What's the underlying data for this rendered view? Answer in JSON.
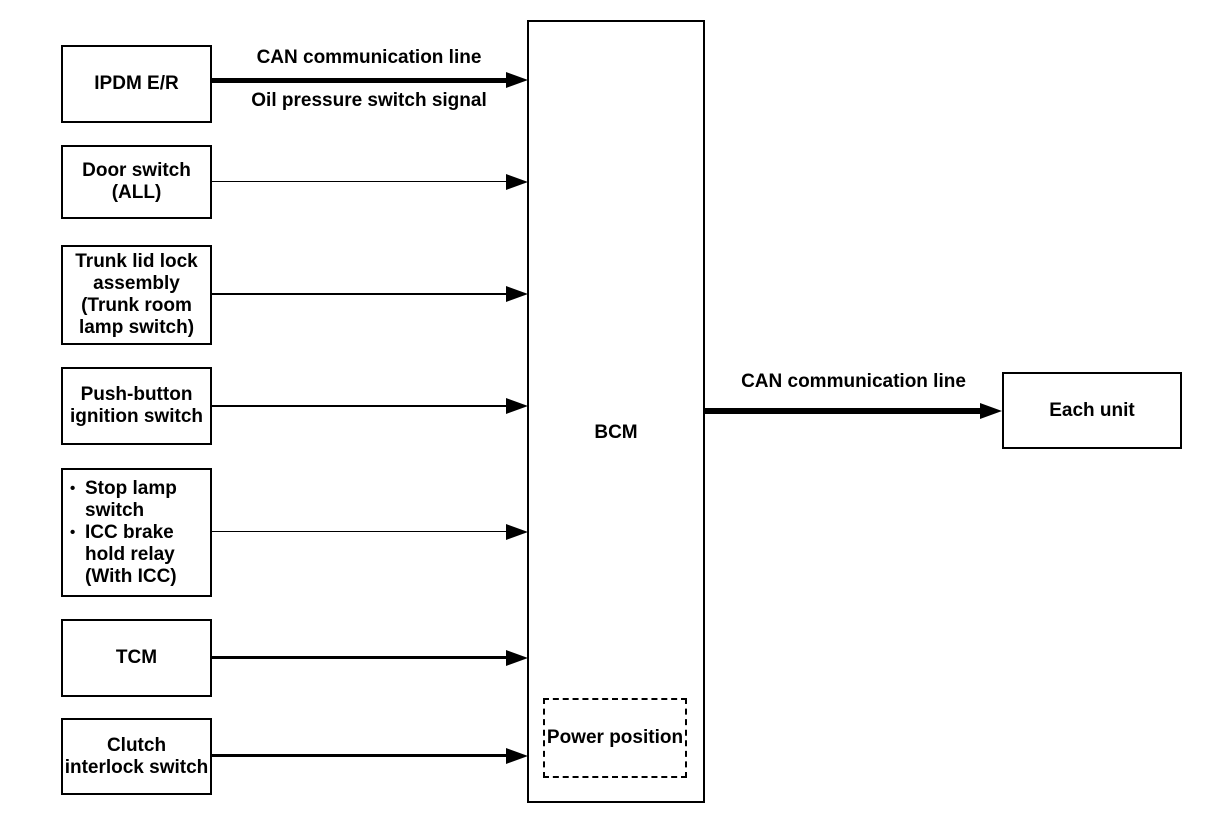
{
  "diagram_type": "block-diagram",
  "colors": {
    "line": "#000000",
    "background": "#ffffff",
    "text": "#000000"
  },
  "inputs": [
    {
      "label": "IPDM E/R"
    },
    {
      "label": "Door switch\n(ALL)"
    },
    {
      "label": "Trunk lid lock\nassembly\n(Trunk room\nlamp switch)"
    },
    {
      "label": "Push-button\nignition switch"
    },
    {
      "bullet_char": "•",
      "items": [
        "Stop lamp\nswitch",
        "ICC brake\nhold relay\n(With ICC)"
      ]
    },
    {
      "label": "TCM"
    },
    {
      "label": "Clutch\ninterlock switch"
    }
  ],
  "ipdm_arrow": {
    "label_above": "CAN communication line",
    "label_below": "Oil pressure switch signal"
  },
  "bcm": {
    "label": "BCM",
    "power_position_label": "Power position"
  },
  "output_arrow": {
    "label": "CAN communication line"
  },
  "each_unit": {
    "label": "Each unit"
  }
}
